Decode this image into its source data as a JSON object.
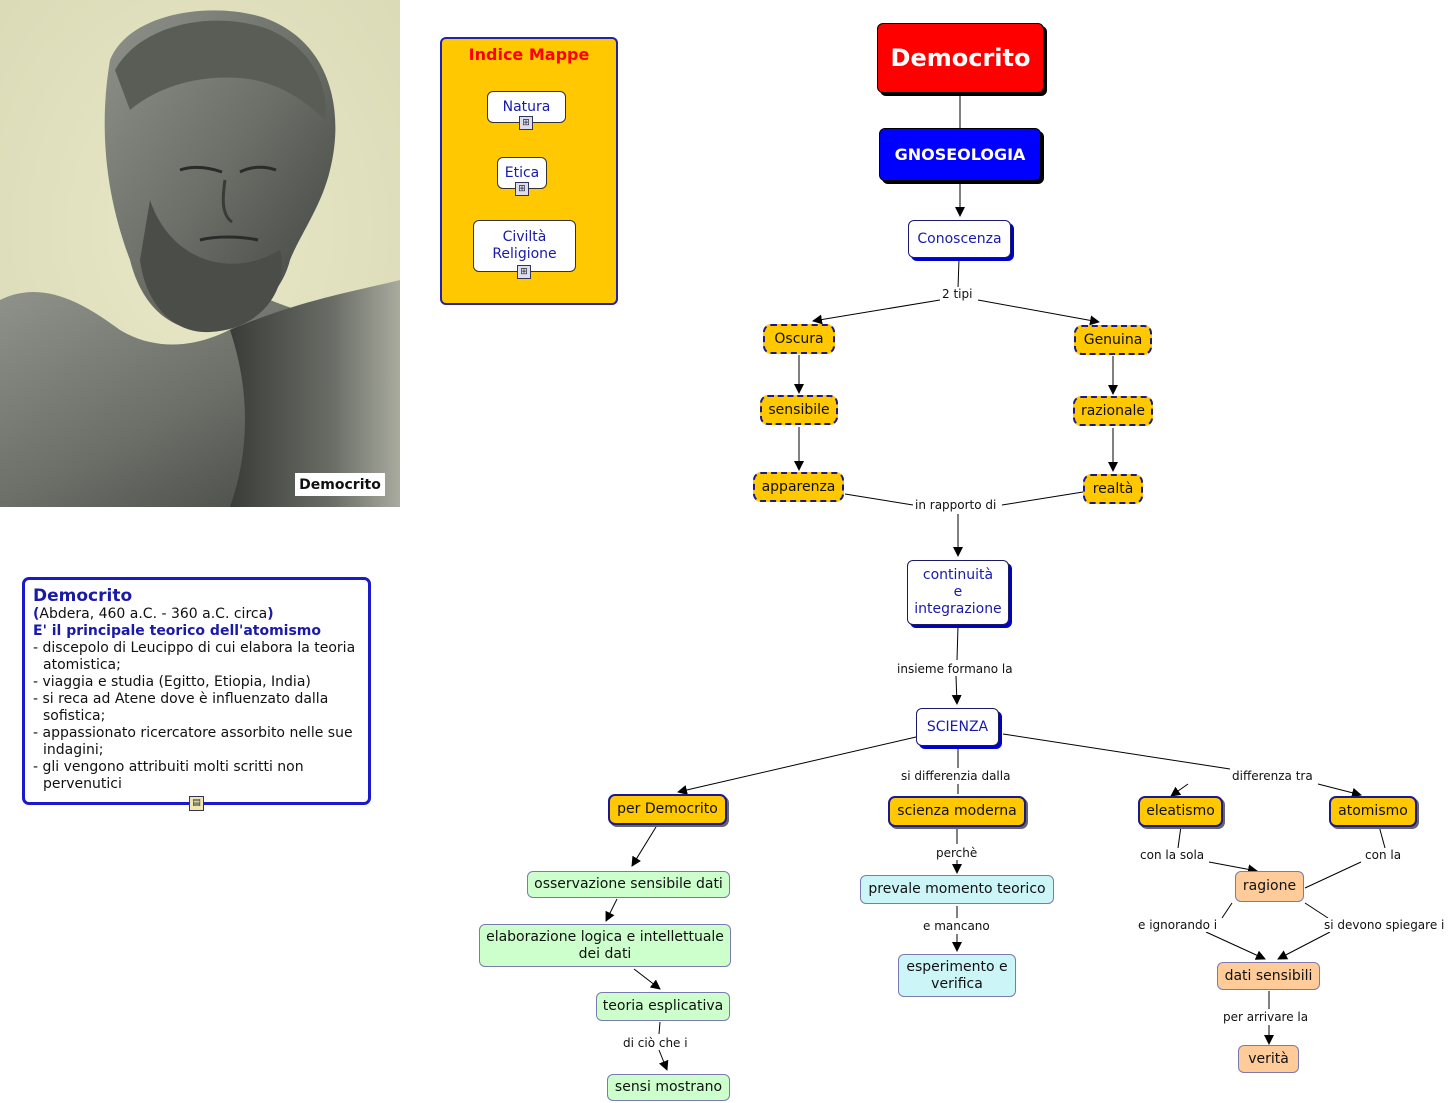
{
  "photo": {
    "caption": "Democrito"
  },
  "index": {
    "title": "Indice Mappe",
    "items": [
      "Natura",
      "Etica",
      "Civiltà\nReligione"
    ]
  },
  "info": {
    "title": "Democrito",
    "paren_open": "(",
    "origin": "Abdera, 460 a.C. - 360 a.C. circa",
    "paren_close": ")",
    "subtitle": "E' il principale teorico dell'atomismo",
    "bullets": [
      "- discepolo di Leucippo di cui elabora la teoria atomistica;",
      "- viaggia e studia (Egitto, Etiopia, India)",
      "- si reca ad Atene dove è influenzato dalla sofistica;",
      "- appassionato ricercatore assorbito nelle sue indagini;",
      "- gli vengono attribuiti molti scritti non pervenutici"
    ]
  },
  "map": {
    "title": "Democrito",
    "section": "GNOSEOLOGIA",
    "nodes": {
      "conoscenza": "Conoscenza",
      "oscura": "Oscura",
      "genuina": "Genuina",
      "sensibile": "sensibile",
      "razionale": "razionale",
      "apparenza": "apparenza",
      "realta": "realtà",
      "continuita": "continuità\ne\nintegrazione",
      "scienza": "SCIENZA",
      "per_democrito": "per Democrito",
      "scienza_moderna": "scienza moderna",
      "eleatismo": "eleatismo",
      "atomismo": "atomismo",
      "osservazione": "osservazione sensibile dati",
      "elaborazione": "elaborazione logica e intellettuale\ndei dati",
      "teoria": "teoria esplicativa",
      "sensi": "sensi mostrano",
      "prevale": "prevale momento teorico",
      "esperimento": "esperimento e\nverifica",
      "ragione": "ragione",
      "dati_sensibili": "dati sensibili",
      "verita": "verità"
    },
    "links": {
      "due_tipi": "2 tipi",
      "in_rapporto": "in rapporto di",
      "insieme": "insieme formano la",
      "si_differenzia": "si differenzia dalla",
      "differenza_tra": "differenza tra",
      "perche": "perchè",
      "e_mancano": "e mancano",
      "con_la_sola": "con la sola",
      "con_la": "con la",
      "e_ignorando": "e ignorando i",
      "si_devono": "si devono spiegare i",
      "per_arrivare": "per arrivare la",
      "di_cio": "di ciò che i"
    }
  }
}
